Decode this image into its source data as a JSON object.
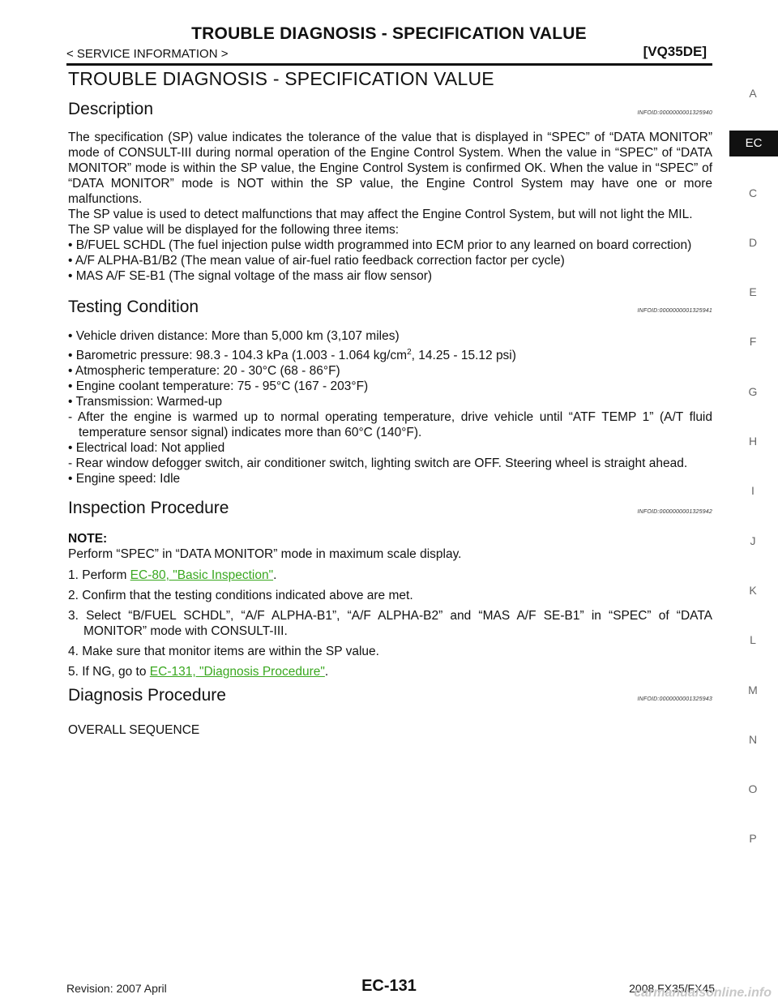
{
  "header": {
    "title": "TROUBLE DIAGNOSIS - SPECIFICATION VALUE",
    "breadcrumb": "< SERVICE INFORMATION >",
    "model": "[VQ35DE]"
  },
  "page_title": "TROUBLE DIAGNOSIS - SPECIFICATION VALUE",
  "description": {
    "heading": "Description",
    "infoid": "INFOID:0000000001325940",
    "para1": "The specification (SP) value indicates the tolerance of the value that is displayed in “SPEC” of “DATA MONITOR” mode of CONSULT-III during normal operation of the Engine Control System. When the value in “SPEC” of “DATA MONITOR” mode is within the SP value, the Engine Control System is confirmed OK. When the value in “SPEC” of “DATA MONITOR” mode is NOT within the SP value, the Engine Control System may have one or more malfunctions.",
    "para2": "The SP value is used to detect malfunctions that may affect the Engine Control System, but will not light the MIL.",
    "para3": "The SP value will be displayed for the following three items:",
    "items": [
      "• B/FUEL SCHDL (The fuel injection pulse width programmed into ECM prior to any learned on board correction)",
      "• A/F ALPHA-B1/B2 (The mean value of air-fuel ratio feedback correction factor per cycle)",
      "• MAS A/F SE-B1 (The signal voltage of the mass air flow sensor)"
    ]
  },
  "testing": {
    "heading": "Testing Condition",
    "infoid": "INFOID:0000000001325941",
    "item1": "• Vehicle driven distance: More than 5,000 km (3,107 miles)",
    "item2_a": "• Barometric pressure: 98.3 - 104.3 kPa (1.003 - 1.064 kg/cm",
    "item2_sup": "2",
    "item2_b": ", 14.25 - 15.12 psi)",
    "item3": "• Atmospheric temperature: 20 - 30°C (68 - 86°F)",
    "item4": "• Engine coolant temperature: 75 - 95°C (167 - 203°F)",
    "item5": "• Transmission: Warmed-up",
    "item5_sub": "- After the engine is warmed up to normal operating temperature, drive vehicle until “ATF TEMP 1” (A/T fluid temperature sensor signal) indicates more than 60°C (140°F).",
    "item6": "• Electrical load: Not applied",
    "item6_sub": "- Rear window defogger switch, air conditioner switch, lighting switch are OFF. Steering wheel is straight ahead.",
    "item7": "• Engine speed: Idle"
  },
  "inspection": {
    "heading": "Inspection Procedure",
    "infoid": "INFOID:0000000001325942",
    "note_label": "NOTE:",
    "note_text": "Perform “SPEC” in “DATA MONITOR” mode in maximum scale display.",
    "step1_text": "1. Perform ",
    "step1_link": "EC-80, \"Basic Inspection\"",
    "step2": "2. Confirm that the testing conditions indicated above are met.",
    "step3": "3. Select “B/FUEL SCHDL”, “A/F ALPHA-B1”, “A/F ALPHA-B2” and “MAS A/F SE-B1” in “SPEC” of “DATA MONITOR” mode with CONSULT-III.",
    "step4": "4. Make sure that monitor items are within the SP value.",
    "step5_text": "5. If NG, go to ",
    "step5_link": "EC-131, \"Diagnosis Procedure\"",
    "period": "."
  },
  "diagnosis": {
    "heading": "Diagnosis Procedure",
    "infoid": "INFOID:0000000001325943",
    "overall": "OVERALL SEQUENCE"
  },
  "side_tabs": [
    "A",
    "EC",
    "C",
    "D",
    "E",
    "F",
    "G",
    "H",
    "I",
    "J",
    "K",
    "L",
    "M",
    "N",
    "O",
    "P"
  ],
  "active_tab": "EC",
  "footer": {
    "revision": "Revision: 2007 April",
    "page": "EC-131",
    "model": "2008 FX35/FX45",
    "watermark": "carmanualsonline.info"
  },
  "colors": {
    "link": "#3aa820",
    "active_tab_bg": "#111111"
  }
}
